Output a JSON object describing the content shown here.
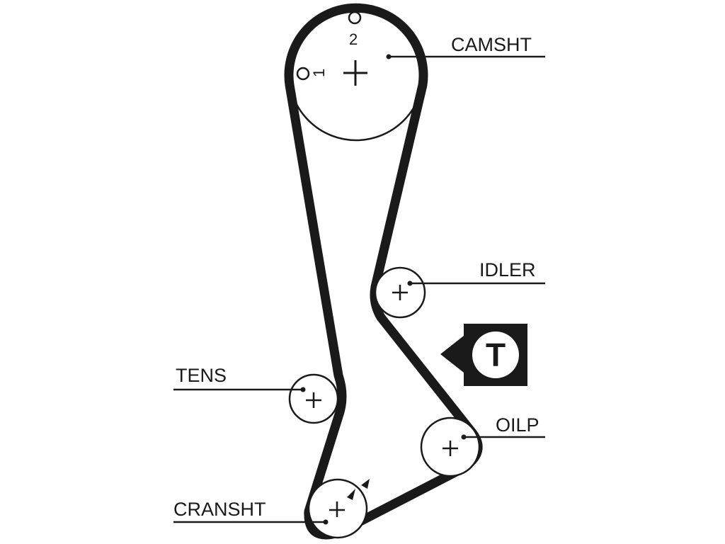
{
  "labels": {
    "camshaft": "CAMSHT",
    "idler": "IDLER",
    "tensioner": "TENS",
    "oil_pump": "OILP",
    "crankshaft": "CRANSHT"
  },
  "timing_marks": {
    "mark_1": "1",
    "mark_2": "2"
  },
  "tension_symbol": "T",
  "colors": {
    "line": "#1a1a1a",
    "background": "#ffffff"
  }
}
